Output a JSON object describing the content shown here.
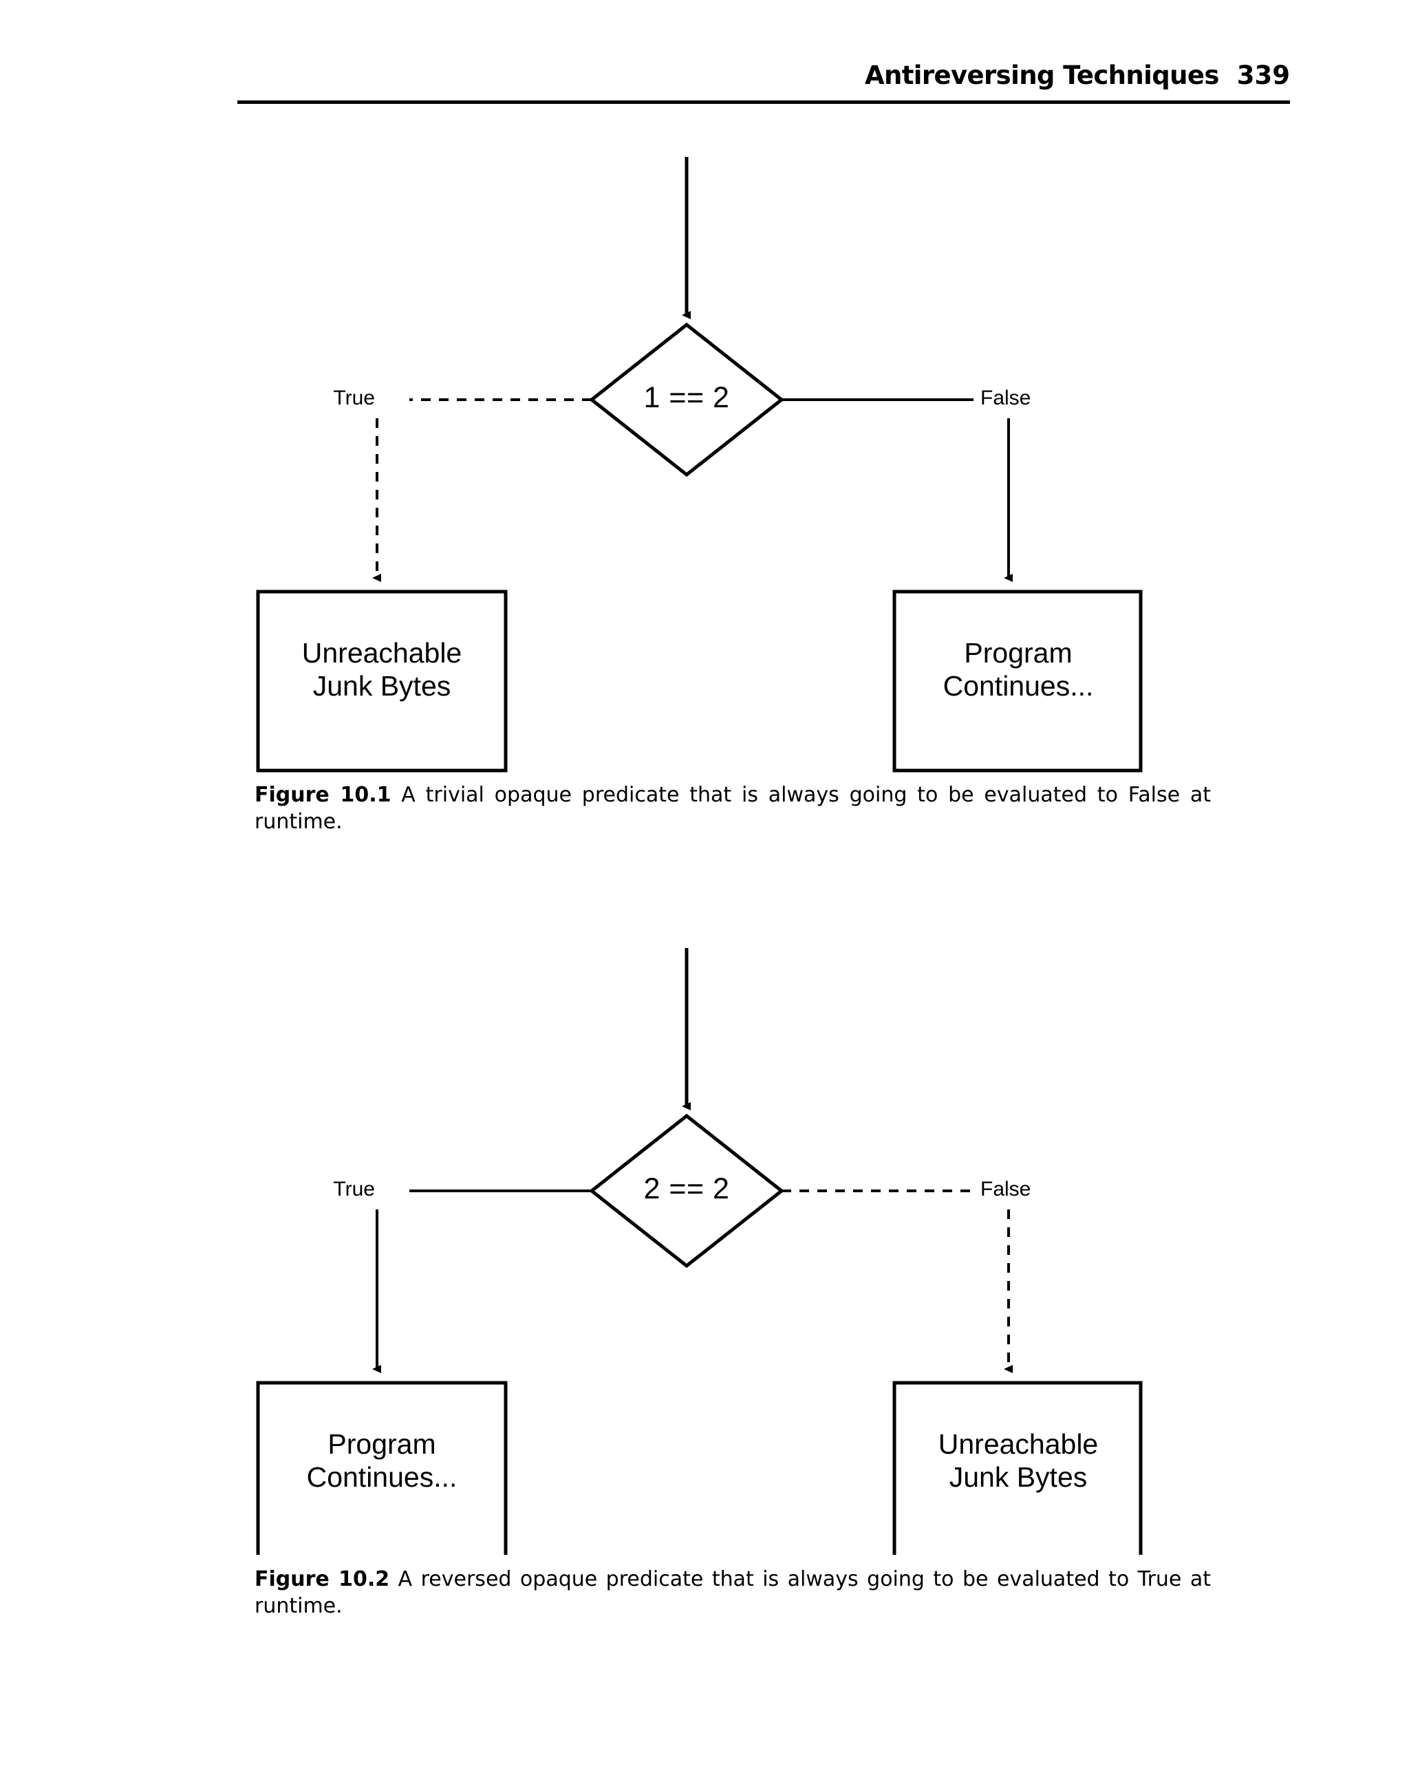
{
  "header": {
    "title": "Antireversing Techniques",
    "page_number": "339"
  },
  "figures": [
    {
      "id": "figure-10-1",
      "caption_label": "Figure 10.1",
      "caption_text": " A trivial opaque predicate that is always going to be evaluated to False at runtime.",
      "decision": "1 == 2",
      "branches": {
        "left": {
          "label": "True",
          "line_style": "dashed",
          "target": "Unreachable\nJunk Bytes"
        },
        "right": {
          "label": "False",
          "line_style": "solid",
          "target": "Program\nContinues..."
        }
      }
    },
    {
      "id": "figure-10-2",
      "caption_label": "Figure 10.2",
      "caption_text": " A reversed opaque predicate that is always going to be evaluated to True at runtime.",
      "decision": "2 == 2",
      "branches": {
        "left": {
          "label": "True",
          "line_style": "solid",
          "target": "Program\nContinues..."
        },
        "right": {
          "label": "False",
          "line_style": "dashed",
          "target": "Unreachable\nJunk Bytes"
        }
      }
    }
  ],
  "colors": {
    "ink": "#000000",
    "paper": "#ffffff"
  }
}
